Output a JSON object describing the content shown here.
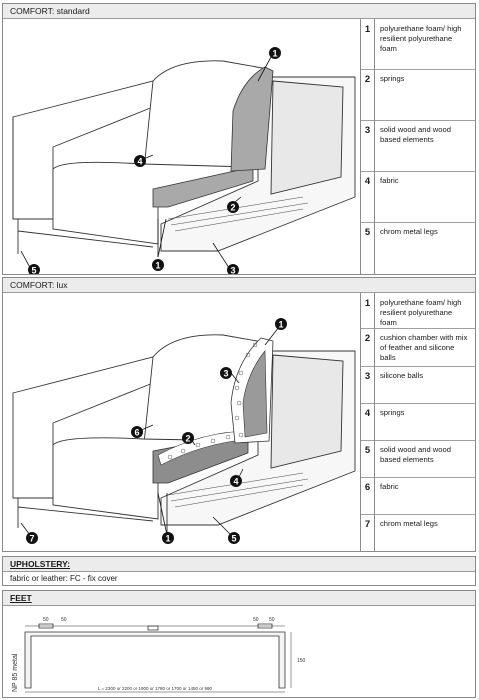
{
  "standard": {
    "title": "COMFORT: standard",
    "legend": [
      {
        "num": "1",
        "text": "polyurethane foam/ high resilient polyurethane foam"
      },
      {
        "num": "2",
        "text": "springs"
      },
      {
        "num": "3",
        "text": "solid wood and wood based elements"
      },
      {
        "num": "4",
        "text": "fabric"
      },
      {
        "num": "5",
        "text": "chrom metal legs"
      }
    ],
    "callouts": [
      "1",
      "2",
      "3",
      "4",
      "5",
      "1"
    ]
  },
  "lux": {
    "title": "COMFORT: lux",
    "legend": [
      {
        "num": "1",
        "text": "polyurethane foam/ high resilient polyurethane foam"
      },
      {
        "num": "2",
        "text": "cushion chamber with mix of feather and silicone balls"
      },
      {
        "num": "3",
        "text": "silicone balls"
      },
      {
        "num": "4",
        "text": "springs"
      },
      {
        "num": "5",
        "text": "solid wood and wood based elements"
      },
      {
        "num": "6",
        "text": "fabric"
      },
      {
        "num": "7",
        "text": "chrom metal legs"
      }
    ],
    "callouts": [
      "1",
      "3",
      "6",
      "2",
      "4",
      "7",
      "1",
      "5"
    ]
  },
  "upholstery": {
    "title": "UPHOLSTERY:",
    "text": "fabric or leather: FC - fix cover"
  },
  "feet": {
    "title": "FEET",
    "side_label": "NP 85 metal",
    "dimension": "L = 2300 or 2200 or 1900 or 1780 or 1700 or 1450 or 990",
    "left_dims": [
      "50",
      "50"
    ],
    "right_dims": [
      "50",
      "50"
    ],
    "height": "150"
  }
}
